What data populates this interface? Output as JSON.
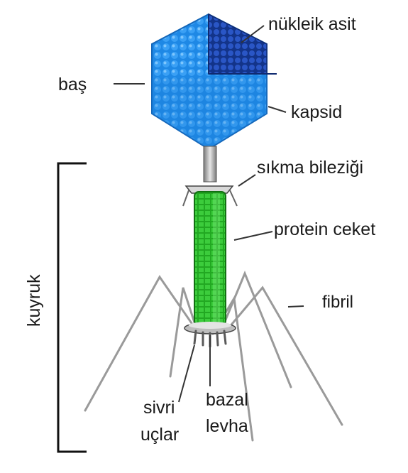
{
  "labels": {
    "head": "baş",
    "nucleic_acid": "nükleik asit",
    "capsid": "kapsid",
    "collar": "sıkma bileziği",
    "protein_coat": "protein ceket",
    "fibril": "fibril",
    "tail": "kuyruk",
    "spikes_line1": "sivri",
    "spikes_line2": "uçlar",
    "baseplate_line1": "bazal",
    "baseplate_line2": "levha"
  },
  "colors": {
    "capsid_blue": "#1e88e5",
    "capsid_light": "#5fb4ff",
    "nucleic_dark": "#1a3d9a",
    "sheath_green": "#1e9e1e",
    "sheath_light": "#4fd24f",
    "metal_gray": "#a8a8a8"
  }
}
